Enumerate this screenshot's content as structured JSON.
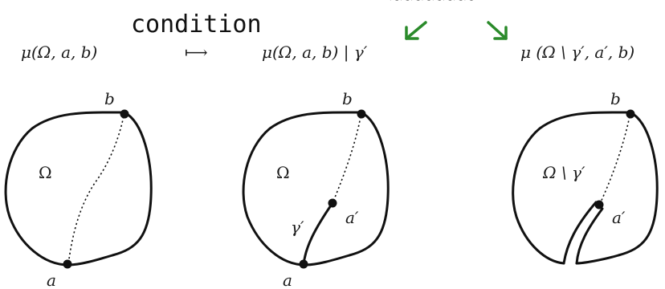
{
  "header": {
    "handwritten_label": "condition",
    "arrow_color": "#2a8a2a"
  },
  "formulas": {
    "left": "μ(Ω, a, b)",
    "map_arrow": "⟼",
    "middle": "μ(Ω, a, b) | γ′",
    "right": "μ (Ω \\ γ′, a′, b)"
  },
  "panels": [
    {
      "point_top": "b",
      "point_bottom": "a",
      "region": "Ω"
    },
    {
      "point_top": "b",
      "point_bottom": "a",
      "region": "Ω",
      "curve": "γ′",
      "point_mid": "a′"
    },
    {
      "point_top": "b",
      "region": "Ω \\ γ′",
      "point_mid": "a′"
    }
  ]
}
